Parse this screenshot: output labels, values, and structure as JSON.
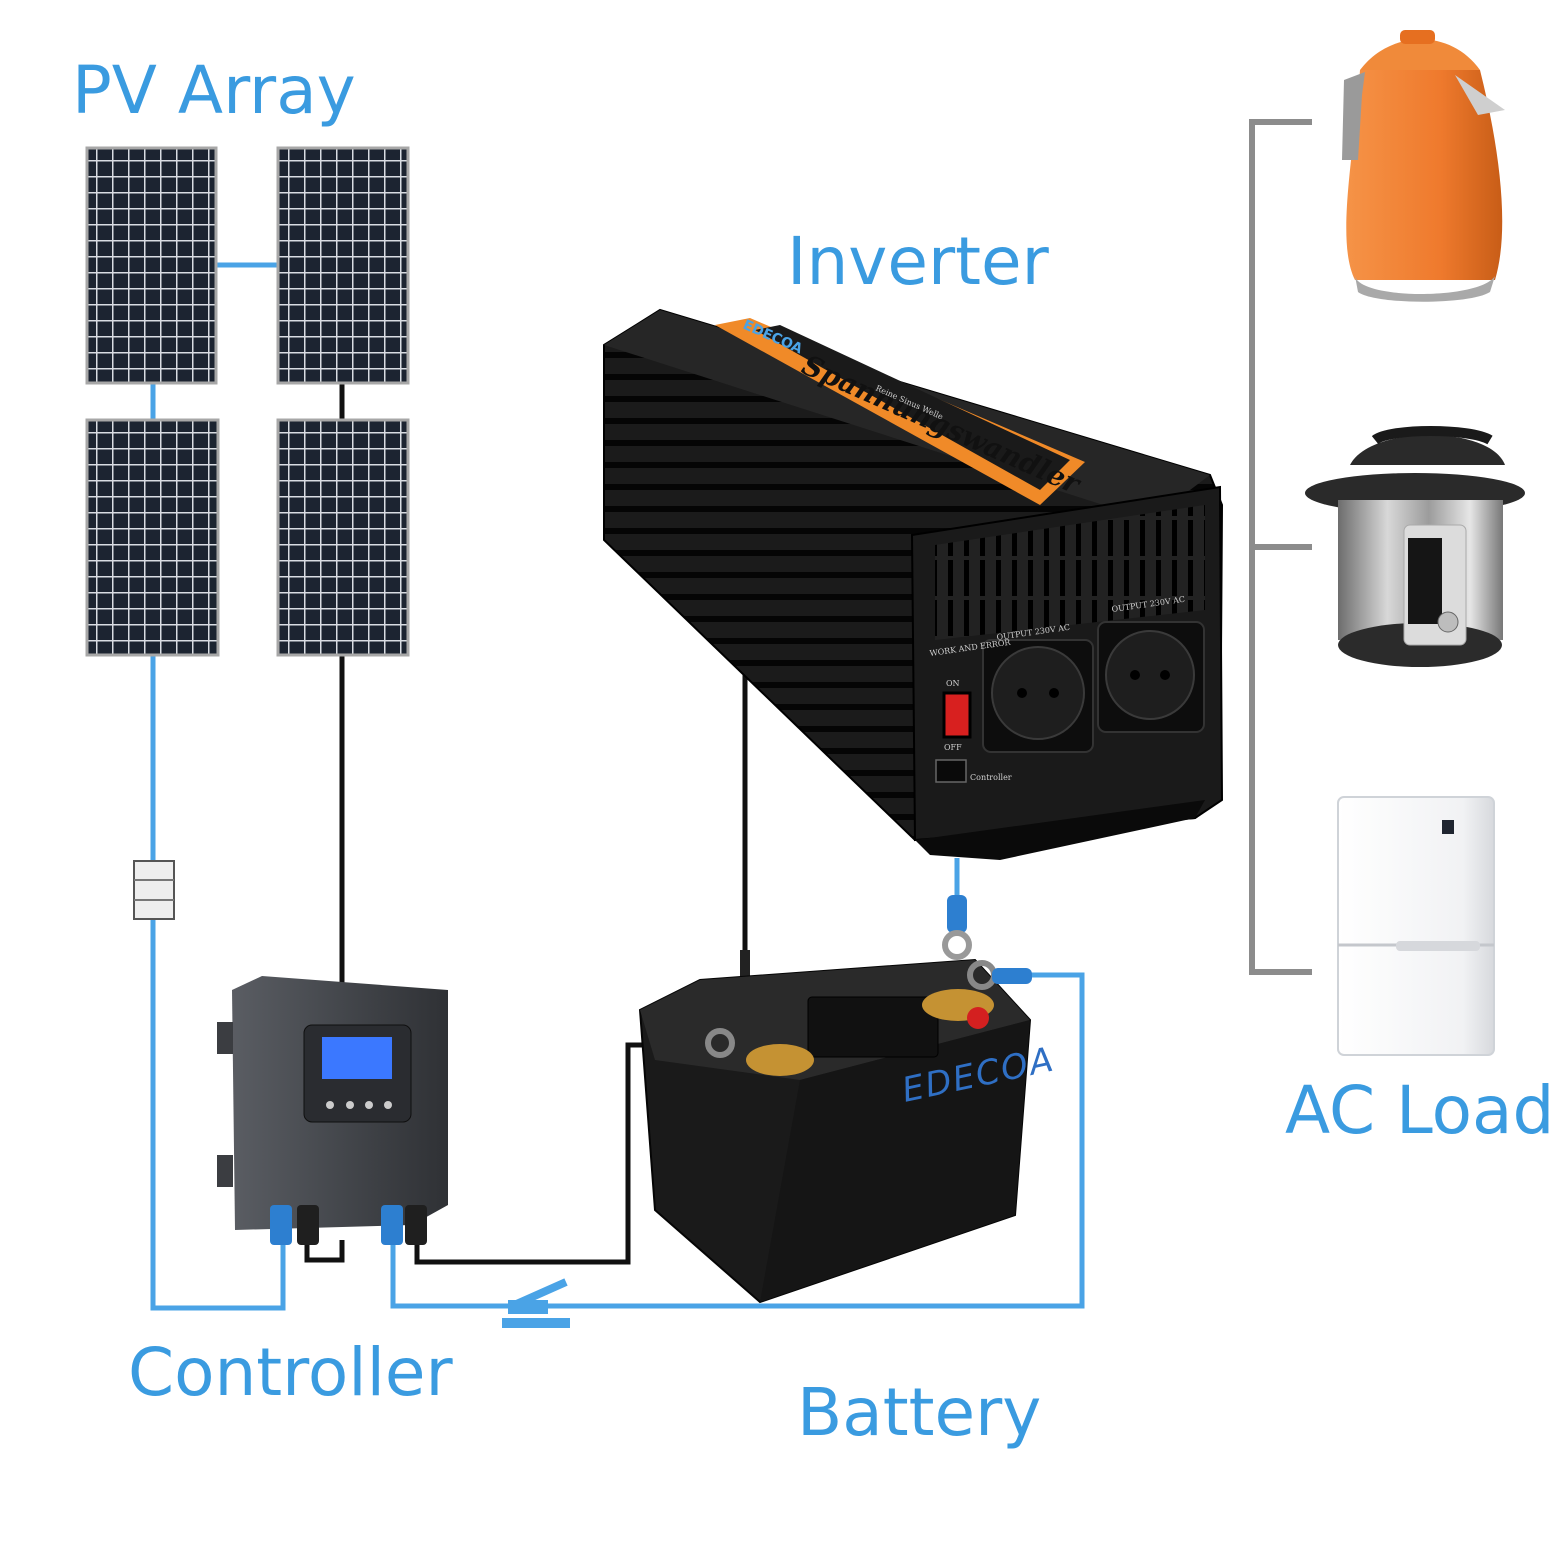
{
  "labels": {
    "pv_array": "PV Array",
    "inverter": "Inverter",
    "ac_load": "AC Load",
    "controller": "Controller",
    "battery": "Battery"
  },
  "inverter_device": {
    "brand": "EDECOA",
    "banner_text": "Spannungswandler",
    "sub_text": "Reine Sinus Welle",
    "outlet_label_1": "OUTPUT 230V AC",
    "outlet_label_2": "OUTPUT 230V AC",
    "work_error": "WORK AND ERROR",
    "switch_on": "ON",
    "switch_off": "OFF",
    "remote_label": "Controller"
  },
  "battery_device": {
    "brand": "EDECOA"
  },
  "colors": {
    "label_blue": "#3a9be0",
    "wire_blue": "#4aa3e6",
    "wire_black": "#111111",
    "bracket_gray": "#8c8c8c",
    "kettle_orange": "#ef7a2d",
    "inverter_orange": "#f08a28"
  }
}
